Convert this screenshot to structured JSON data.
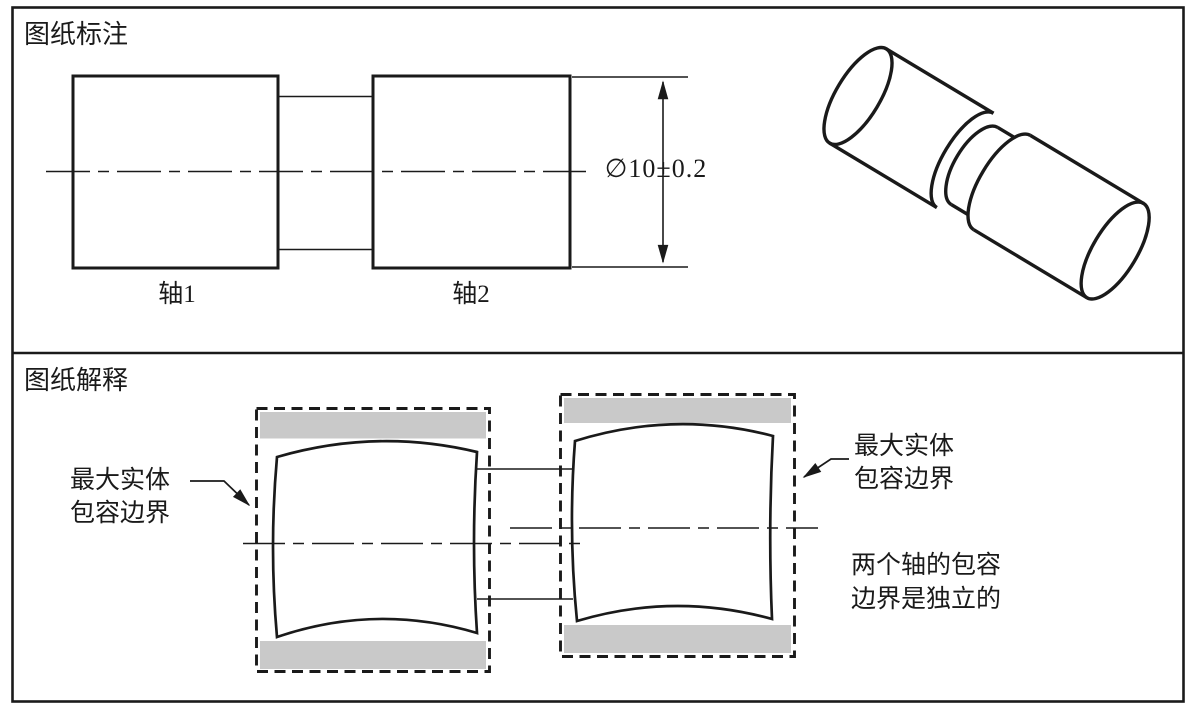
{
  "top_panel": {
    "title": "图纸标注",
    "shaft1_label": "轴1",
    "shaft2_label": "轴2",
    "dimension_label": "∅10±0.2"
  },
  "bottom_panel": {
    "title": "图纸解释",
    "left_envelope_label": {
      "line1": "最大实体",
      "line2": "包容边界"
    },
    "right_envelope_label": {
      "line1": "最大实体",
      "line2": "包容边界"
    },
    "note": {
      "line1": "两个轴的包容",
      "line2": "边界是独立的"
    }
  },
  "colors": {
    "ink": "#1a1a1a",
    "envelope_gray": "#c9c9c9",
    "background": "#ffffff"
  }
}
